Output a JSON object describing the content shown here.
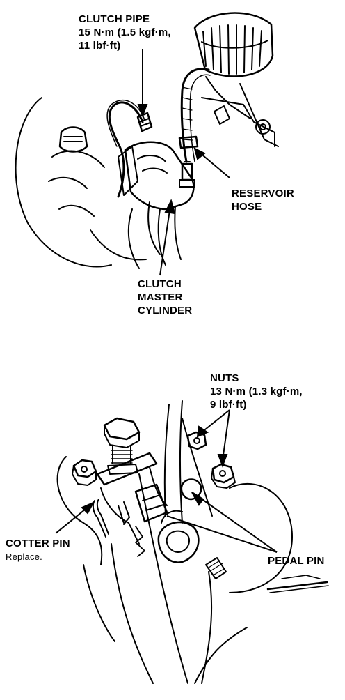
{
  "top_diagram": {
    "clutch_pipe": {
      "name": "CLUTCH PIPE",
      "torque_line1": "15 N·m (1.5 kgf·m,",
      "torque_line2": "11 lbf·ft)"
    },
    "reservoir_hose": {
      "line1": "RESERVOIR",
      "line2": "HOSE"
    },
    "clutch_master_cylinder": {
      "line1": "CLUTCH",
      "line2": "MASTER",
      "line3": "CYLINDER"
    }
  },
  "bottom_diagram": {
    "nuts": {
      "name": "NUTS",
      "torque_line1": "13 N·m (1.3 kgf·m,",
      "torque_line2": "9 lbf·ft)"
    },
    "cotter_pin": {
      "name": "COTTER PIN",
      "note": "Replace."
    },
    "pedal_pin": {
      "name": "PEDAL PIN"
    }
  },
  "colors": {
    "ink": "#000000",
    "paper": "#ffffff"
  }
}
